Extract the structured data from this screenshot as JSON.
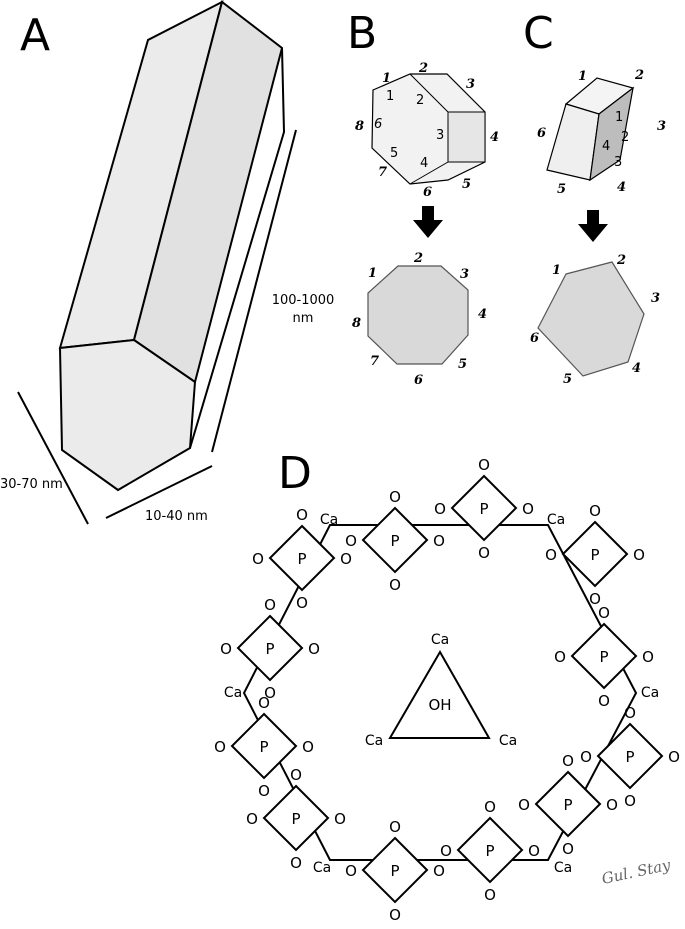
{
  "panels": {
    "a": "A",
    "b": "B",
    "c": "C",
    "d": "D"
  },
  "dimensions": {
    "length": "100-1000",
    "length_unit": "nm",
    "width": "30-70 nm",
    "depth": "10-40 nm"
  },
  "panel_b": {
    "outer_faces": [
      "1",
      "2",
      "3",
      "4",
      "5",
      "6",
      "7",
      "8"
    ],
    "inner_faces": [
      "1",
      "2",
      "3",
      "4",
      "5",
      "6"
    ],
    "section_faces": [
      "1",
      "2",
      "3",
      "4",
      "5",
      "6",
      "7",
      "8"
    ]
  },
  "panel_c": {
    "outer_faces": [
      "1",
      "2",
      "3",
      "4",
      "5",
      "6"
    ],
    "inner_faces": [
      "1",
      "2",
      "3",
      "4"
    ],
    "section_faces": [
      "1",
      "2",
      "3",
      "4",
      "5",
      "6"
    ]
  },
  "structure": {
    "oxygen": "O",
    "phosphorus": "P",
    "calcium": "Ca",
    "hydroxyl": "OH"
  },
  "signature": "Gul. Stay",
  "colors": {
    "prism_face": "#ebebeb",
    "prism_side": "#dddddd",
    "section_fill": "#d9d9d9",
    "shaded_face": "#bdbdbd",
    "stroke": "#000000"
  }
}
